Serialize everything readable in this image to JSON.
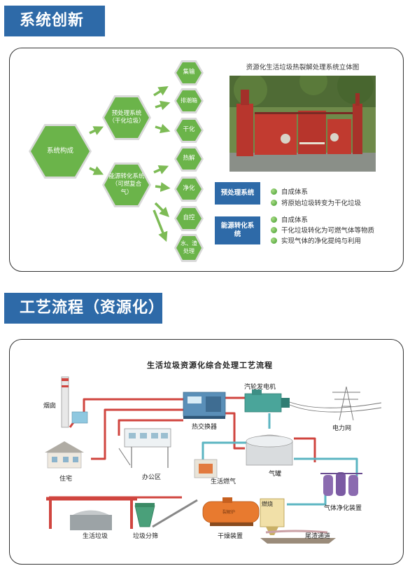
{
  "section1": {
    "title": "系统创新",
    "root": "系统构成",
    "groups": [
      {
        "label": "预处理系统（干化垃圾）"
      },
      {
        "label": "能源转化系统（可燃复合气）"
      }
    ],
    "processes": [
      "集输",
      "排潮箱",
      "干化",
      "热解",
      "净化",
      "自控",
      "水、渣处理"
    ],
    "photo_caption": "资源化生活垃圾热裂解处理系统立体图",
    "tags": [
      {
        "label": "预处理系统",
        "bullets": [
          "自成体系",
          "将原始垃圾转变为干化垃圾"
        ]
      },
      {
        "label": "能源转化系统",
        "bullets": [
          "自成体系",
          "干化垃圾转化为可燃气体等物质",
          "实现气体的净化提纯与利用"
        ]
      }
    ],
    "colors": {
      "hex_green": "#6bb44a",
      "banner_blue": "#2e6aa8",
      "arrow_green": "#7dbb55"
    }
  },
  "section2": {
    "title": "工艺流程（资源化）",
    "diagram_title": "生活垃圾资源化综合处理工艺流程",
    "labels": {
      "chimney": "烟囱",
      "residence": "住宅",
      "office": "办公区",
      "heat_exchanger": "热交换器",
      "generator": "汽轮发电机",
      "grid": "电力网",
      "gas_tank": "气罐",
      "domestic_gas": "生活燃气",
      "gas_purify": "气体净化装置",
      "garbage": "生活垃圾",
      "sorting": "垃圾分筛",
      "dryer": "干燥装置",
      "furnace": "裂解炉",
      "furnace_side": "燃烧",
      "slag": "尾渣通道"
    },
    "colors": {
      "pipe_red": "#d0453f",
      "pipe_teal": "#5bb5c2",
      "machine_teal": "#4aa59a",
      "purifier": "#8b6bb0"
    }
  }
}
